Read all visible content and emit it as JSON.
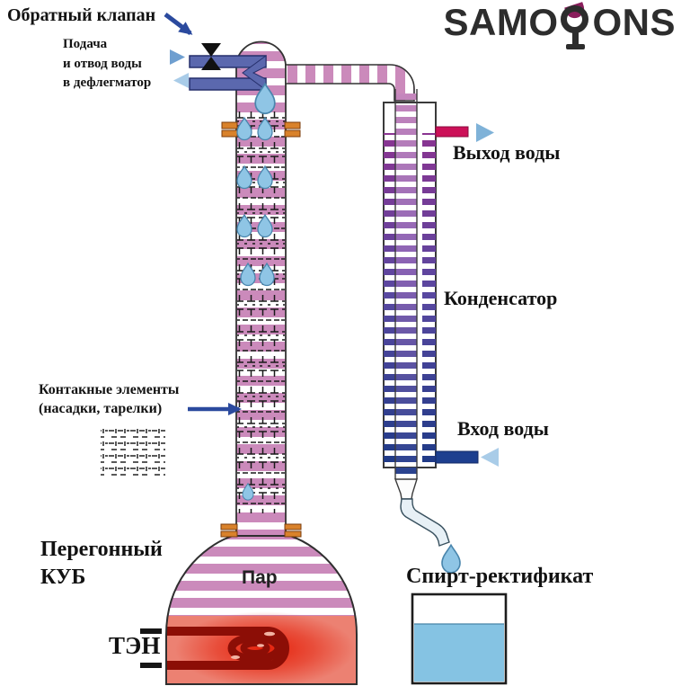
{
  "logo": {
    "text_left": "SAMO",
    "text_right": "ONS",
    "glass_icon": "wine-glass-icon"
  },
  "labels": {
    "check_valve": "Обратный клапан",
    "water_line1": "Подача",
    "water_line2": "и отвод воды",
    "water_line3": "в дефлегматор",
    "water_out": "Выход воды",
    "condenser": "Конденсатор",
    "water_in": "Вход воды",
    "contact_line1": "Контакные элементы",
    "contact_line2": "(насадки, тарелки)",
    "boiler_line1": "Перегонный",
    "boiler_line2": "КУБ",
    "steam": "Пар",
    "heater": "ТЭН",
    "spirit": "Спирт-ректификат"
  },
  "colors": {
    "pink_stripe": "#cb8abb",
    "navy_pipe": "#5b68ae",
    "navy_pipe_dark": "#252f6b",
    "inlet_pipe": "#1d3f8f",
    "outlet_pipe": "#cc1058",
    "arrow_dark_blue": "#2b4a9e",
    "arrow_medium_blue": "#6f9fd0",
    "arrow_light_blue": "#a9cce8",
    "arrow_steel_blue": "#7fb2d8",
    "droplet": "#8fc5e5",
    "droplet_edge": "#4a86ad",
    "cond_wall_top": "#8c3390",
    "cond_wall_mid": "#5848a0",
    "cond_wall_bottom": "#1e3a86",
    "cond_tube_top": "#c788bd",
    "cond_tube_mid": "#8a62b4",
    "cond_tube_bottom": "#27428e",
    "boiler_liquid": "#ec8172",
    "heater_coil": "#8c0e06",
    "heater_highlight": "#f2b3a3",
    "glow_red": "#e51c05",
    "clamp_orange": "#d9822b",
    "spirit_liquid": "#85c3e3",
    "valve_black": "#111111",
    "logo_text": "#2d2d2d",
    "logo_wine": "#8a1e5c",
    "outline": "#3a3a3a"
  }
}
